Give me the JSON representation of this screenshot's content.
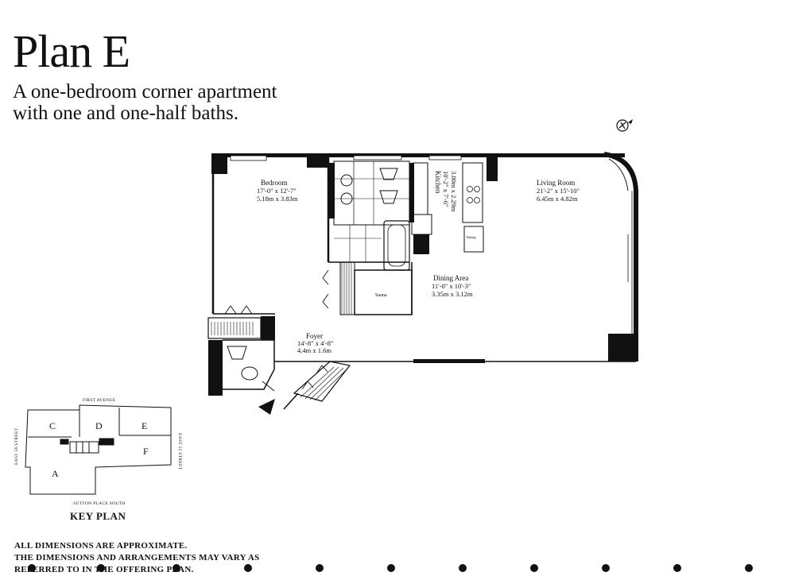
{
  "header": {
    "title": "Plan E",
    "subtitle_line1": "A one-bedroom corner apartment",
    "subtitle_line2": "with one and one-half baths."
  },
  "rooms": {
    "bedroom": {
      "name": "Bedroom",
      "dim_imperial": "17'-0\" x 12'-7\"",
      "dim_metric": "5.18m x 3.83m"
    },
    "living": {
      "name": "Living Room",
      "dim_imperial": "21'-2\" x 15'-10\"",
      "dim_metric": "6.45m x 4.82m"
    },
    "kitchen": {
      "name": "Kitchen",
      "dim_imperial": "10'-2\" x 7'-6\"",
      "dim_metric": "3.00m x 2.29m"
    },
    "dining": {
      "name": "Dining Area",
      "dim_imperial": "11'-0\" x 10'-3\"",
      "dim_metric": "3.35m x 3.12m"
    },
    "foyer": {
      "name": "Foyer",
      "dim_imperial": "14'-8\" x 4'-8\"",
      "dim_metric": "4.4m x 1.6m"
    },
    "sauna": {
      "name": "Sauna"
    },
    "baking": {
      "name": "Baking"
    }
  },
  "keyplan": {
    "title": "KEY PLAN",
    "street_top": "FIRST AVENUE",
    "street_bottom": "SUTTON PLACE SOUTH",
    "street_left": "EAST 56 STREET",
    "street_right": "EAST 55 STREET",
    "units": [
      "C",
      "D",
      "E",
      "F",
      "A"
    ]
  },
  "footer": {
    "line1": "ALL DIMENSIONS ARE APPROXIMATE.",
    "line2": "THE DIMENSIONS AND ARRANGEMENTS MAY VARY AS",
    "line3": "REFERRED TO IN THE OFFERING PLAN."
  }
}
